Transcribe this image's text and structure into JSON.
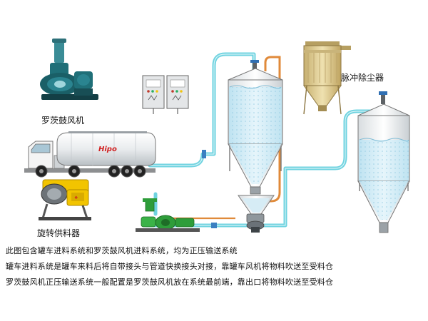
{
  "labels": {
    "roots_blower": "罗茨鼓风机",
    "rotary_feeder": "旋转供料器",
    "dust_collector": "脉冲除尘器",
    "tanker_logo": "Hipo"
  },
  "caption": {
    "line1": "此图包含罐车进料系统和罗茨鼓风机进料系统，均为正压输送系统",
    "line2": "罐车进料系统是罐车来料后将自带接头与管道快换接头对接，靠罐车风机将物料吹送至受料仓",
    "line3": "罗茨鼓风机正压输送系统一般配置是罗茨鼓风机放在系统最前端，靠出口将物料吹送至受料仓"
  },
  "colors": {
    "pipe": "#6fd3e0",
    "pipe_dark": "#2aa9bd",
    "orange_pipe": "#e08a3a",
    "blower_teal": "#1f6f78",
    "feeder_yellow": "#f2c400",
    "blower_green": "#2e9d3a",
    "dust_tan": "#d9c48a"
  }
}
